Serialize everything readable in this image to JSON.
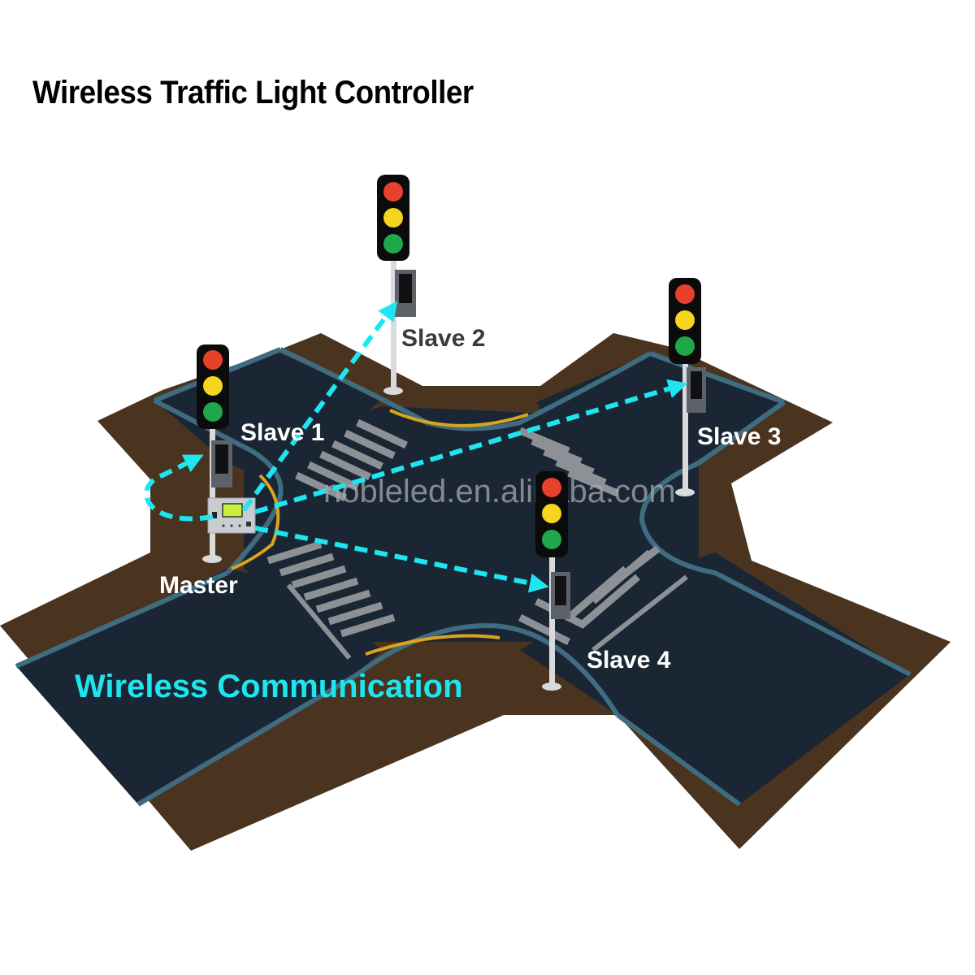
{
  "title": "Wireless Traffic Light Controller",
  "watermark": "nobleled.en.alibaba.com",
  "caption": "Wireless Communication",
  "nodes": {
    "master": {
      "label": "Master",
      "role": "controller"
    },
    "slave1": {
      "label": "Slave 1",
      "role": "traffic-light"
    },
    "slave2": {
      "label": "Slave 2",
      "role": "traffic-light"
    },
    "slave3": {
      "label": "Slave 3",
      "role": "traffic-light"
    },
    "slave4": {
      "label": "Slave 4",
      "role": "traffic-light"
    }
  },
  "links": [
    {
      "from": "Master",
      "to": "Slave 1",
      "style": "dashed-arrow"
    },
    {
      "from": "Master",
      "to": "Slave 2",
      "style": "dashed-arrow"
    },
    {
      "from": "Master",
      "to": "Slave 3",
      "style": "dashed-arrow"
    },
    {
      "from": "Master",
      "to": "Slave 4",
      "style": "dashed-arrow"
    }
  ],
  "colors": {
    "wireless": "#1ee6f0",
    "road": "#1b2634",
    "curb": "#3f6c80",
    "ground": "#4a3420",
    "crosswalk": "#8d9196",
    "signal_red": "#e8412b",
    "signal_yellow": "#f5d51e",
    "signal_green": "#1fa84a"
  }
}
